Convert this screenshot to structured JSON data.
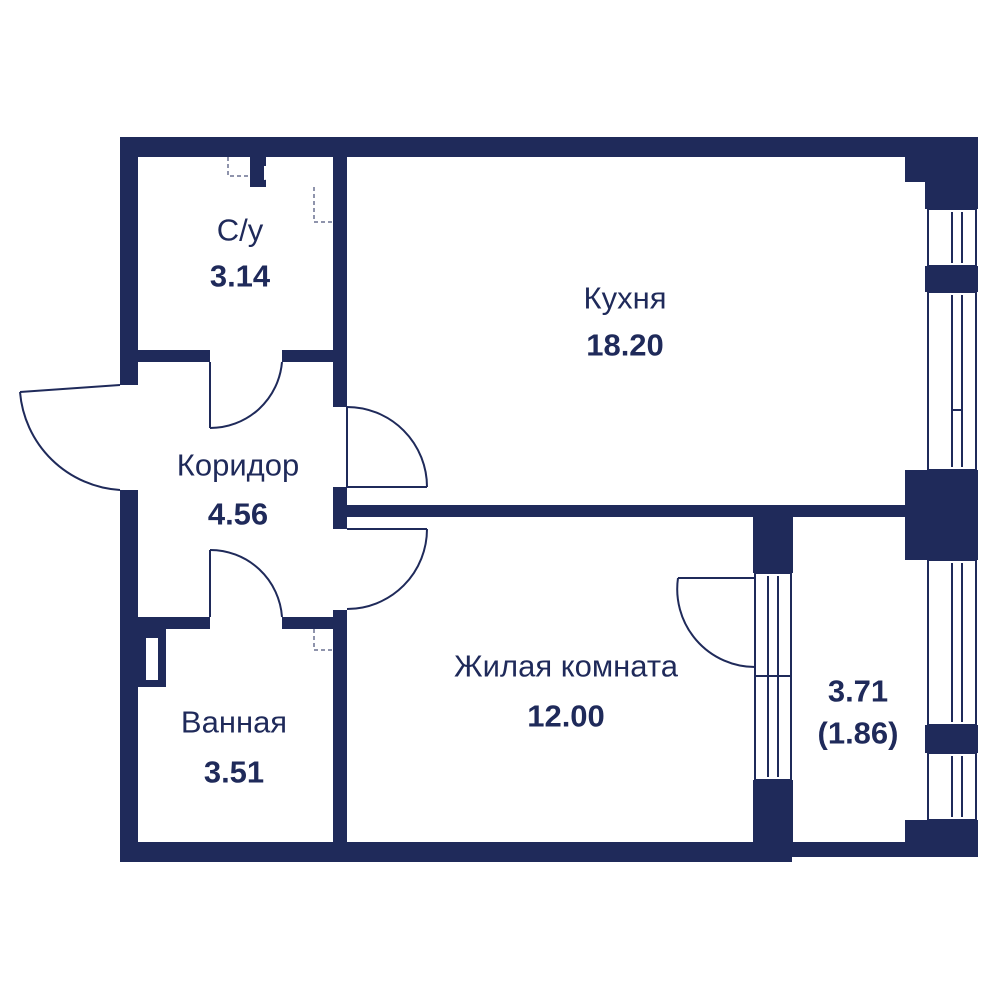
{
  "colors": {
    "wall": "#1f2a5a",
    "background": "#ffffff",
    "text": "#1f2a5a"
  },
  "rooms": {
    "wc": {
      "name": "С/у",
      "area": "3.14"
    },
    "kitchen": {
      "name": "Кухня",
      "area": "18.20"
    },
    "corridor": {
      "name": "Коридор",
      "area": "4.56"
    },
    "living": {
      "name": "Жилая комната",
      "area": "12.00"
    },
    "bathroom": {
      "name": "Ванная",
      "area": "3.51"
    },
    "balcony": {
      "area": "3.71",
      "area_reduced": "(1.86)"
    }
  }
}
